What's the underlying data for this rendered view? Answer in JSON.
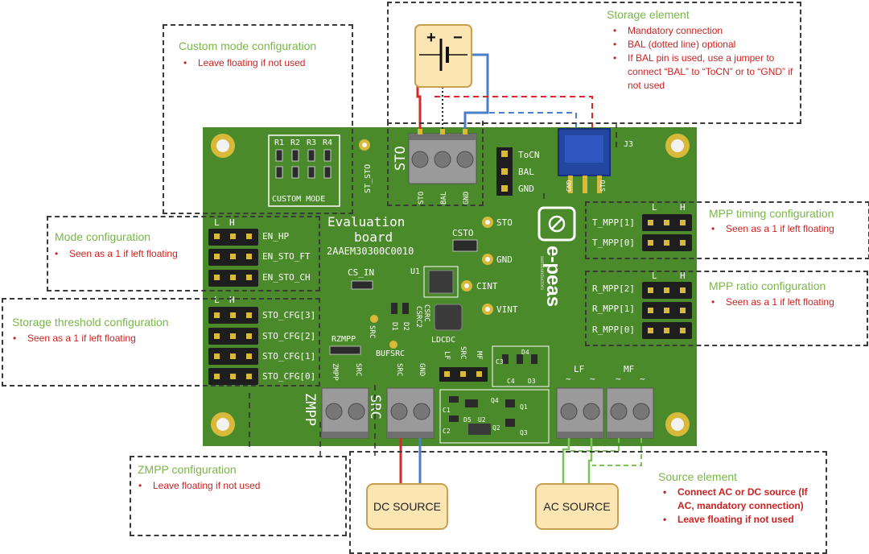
{
  "board": {
    "title_line1": "Evaluation",
    "title_line2": "board",
    "part_number": "2AAEM30300C0010",
    "brand": "e-peas",
    "brand_sub": "semiconductors",
    "silkscreen": {
      "resistors": [
        "R1",
        "R2",
        "R3",
        "R4"
      ],
      "custom_mode": "CUSTOM MODE",
      "st_sto": "ST_STO",
      "sto_big": "STO",
      "sto_pins": [
        "STO",
        "BAL",
        "GND"
      ],
      "bal_header": [
        "ToCN",
        "BAL",
        "GND"
      ],
      "j3": "J3",
      "j3_pins": [
        "GND",
        "STO"
      ],
      "lh": [
        "L",
        "H"
      ],
      "mode_rows": [
        "EN_HP",
        "EN_STO_FT",
        "EN_STO_CH"
      ],
      "cfg_rows": [
        "STO_CFG[3]",
        "STO_CFG[2]",
        "STO_CFG[1]",
        "STO_CFG[0]"
      ],
      "timing_rows": [
        "T_MPP[1]",
        "T_MPP[0]"
      ],
      "ratio_rows": [
        "R_MPP[2]",
        "R_MPP[1]",
        "R_MPP[0]"
      ],
      "csto": "CSTO",
      "cs_in": "CS_IN",
      "u1": "U1",
      "tp_sto": "STO",
      "tp_gnd": "GND",
      "tp_cint": "CINT",
      "tp_vint": "VINT",
      "ldcdc": "LDCDC",
      "csrc": "CSRC",
      "csrc2": "CSRC2",
      "d1": "D1",
      "d2": "D2",
      "src_tp": "SRC",
      "rzmpp": "RZMPP",
      "bufsrc": "BUFSRC",
      "zmpp_pins": [
        "ZMPP",
        "SRC"
      ],
      "zmpp_big": "ZMPP",
      "src_pins": [
        "SRC",
        "GND"
      ],
      "src_big": "SRC",
      "lf_mf_header": [
        "LF",
        "SRC",
        "MF"
      ],
      "lf": "LF",
      "mf": "MF",
      "misc": [
        "C3",
        "C4",
        "D4",
        "D3",
        "C1",
        "C2",
        "D5",
        "U2",
        "Q4",
        "Q1",
        "Q2",
        "Q3"
      ]
    }
  },
  "callouts": {
    "custom": {
      "title": "Custom mode configuration",
      "items": [
        "Leave floating if not used"
      ]
    },
    "storage": {
      "title": "Storage element",
      "items": [
        "Mandatory connection",
        "BAL (dotted line) optional",
        "If BAL pin is used, use a jumper to connect “BAL” to “ToCN” or to “GND” if not used"
      ]
    },
    "mode": {
      "title": "Mode configuration",
      "items": [
        "Seen as a 1 if left floating"
      ]
    },
    "threshold": {
      "title": "Storage threshold configuration",
      "items": [
        "Seen as a 1 if left floating"
      ]
    },
    "timing": {
      "title": "MPP timing configuration",
      "items": [
        "Seen as a 1 if left floating"
      ]
    },
    "ratio": {
      "title": "MPP ratio configuration",
      "items": [
        "Seen as a 1 if left floating"
      ]
    },
    "zmpp": {
      "title": "ZMPP configuration",
      "items": [
        "Leave floating if not used"
      ]
    },
    "source": {
      "title": "Source element",
      "items": [
        "Connect AC or DC source (If AC, mandatory connection)",
        "Leave floating if not used"
      ]
    }
  },
  "sources": {
    "dc": "DC SOURCE",
    "ac": "AC SOURCE"
  },
  "battery": {
    "plus": "+",
    "minus": "−"
  },
  "colors": {
    "pcb": "#4b8a2b",
    "silk": "#ffffff",
    "callout_title": "#7ab648",
    "callout_text": "#cc2222",
    "wire_red": "#d42a2a",
    "wire_blue": "#4a7fc8",
    "wire_green": "#7cc35a",
    "source_fill": "#fbe5b3"
  }
}
